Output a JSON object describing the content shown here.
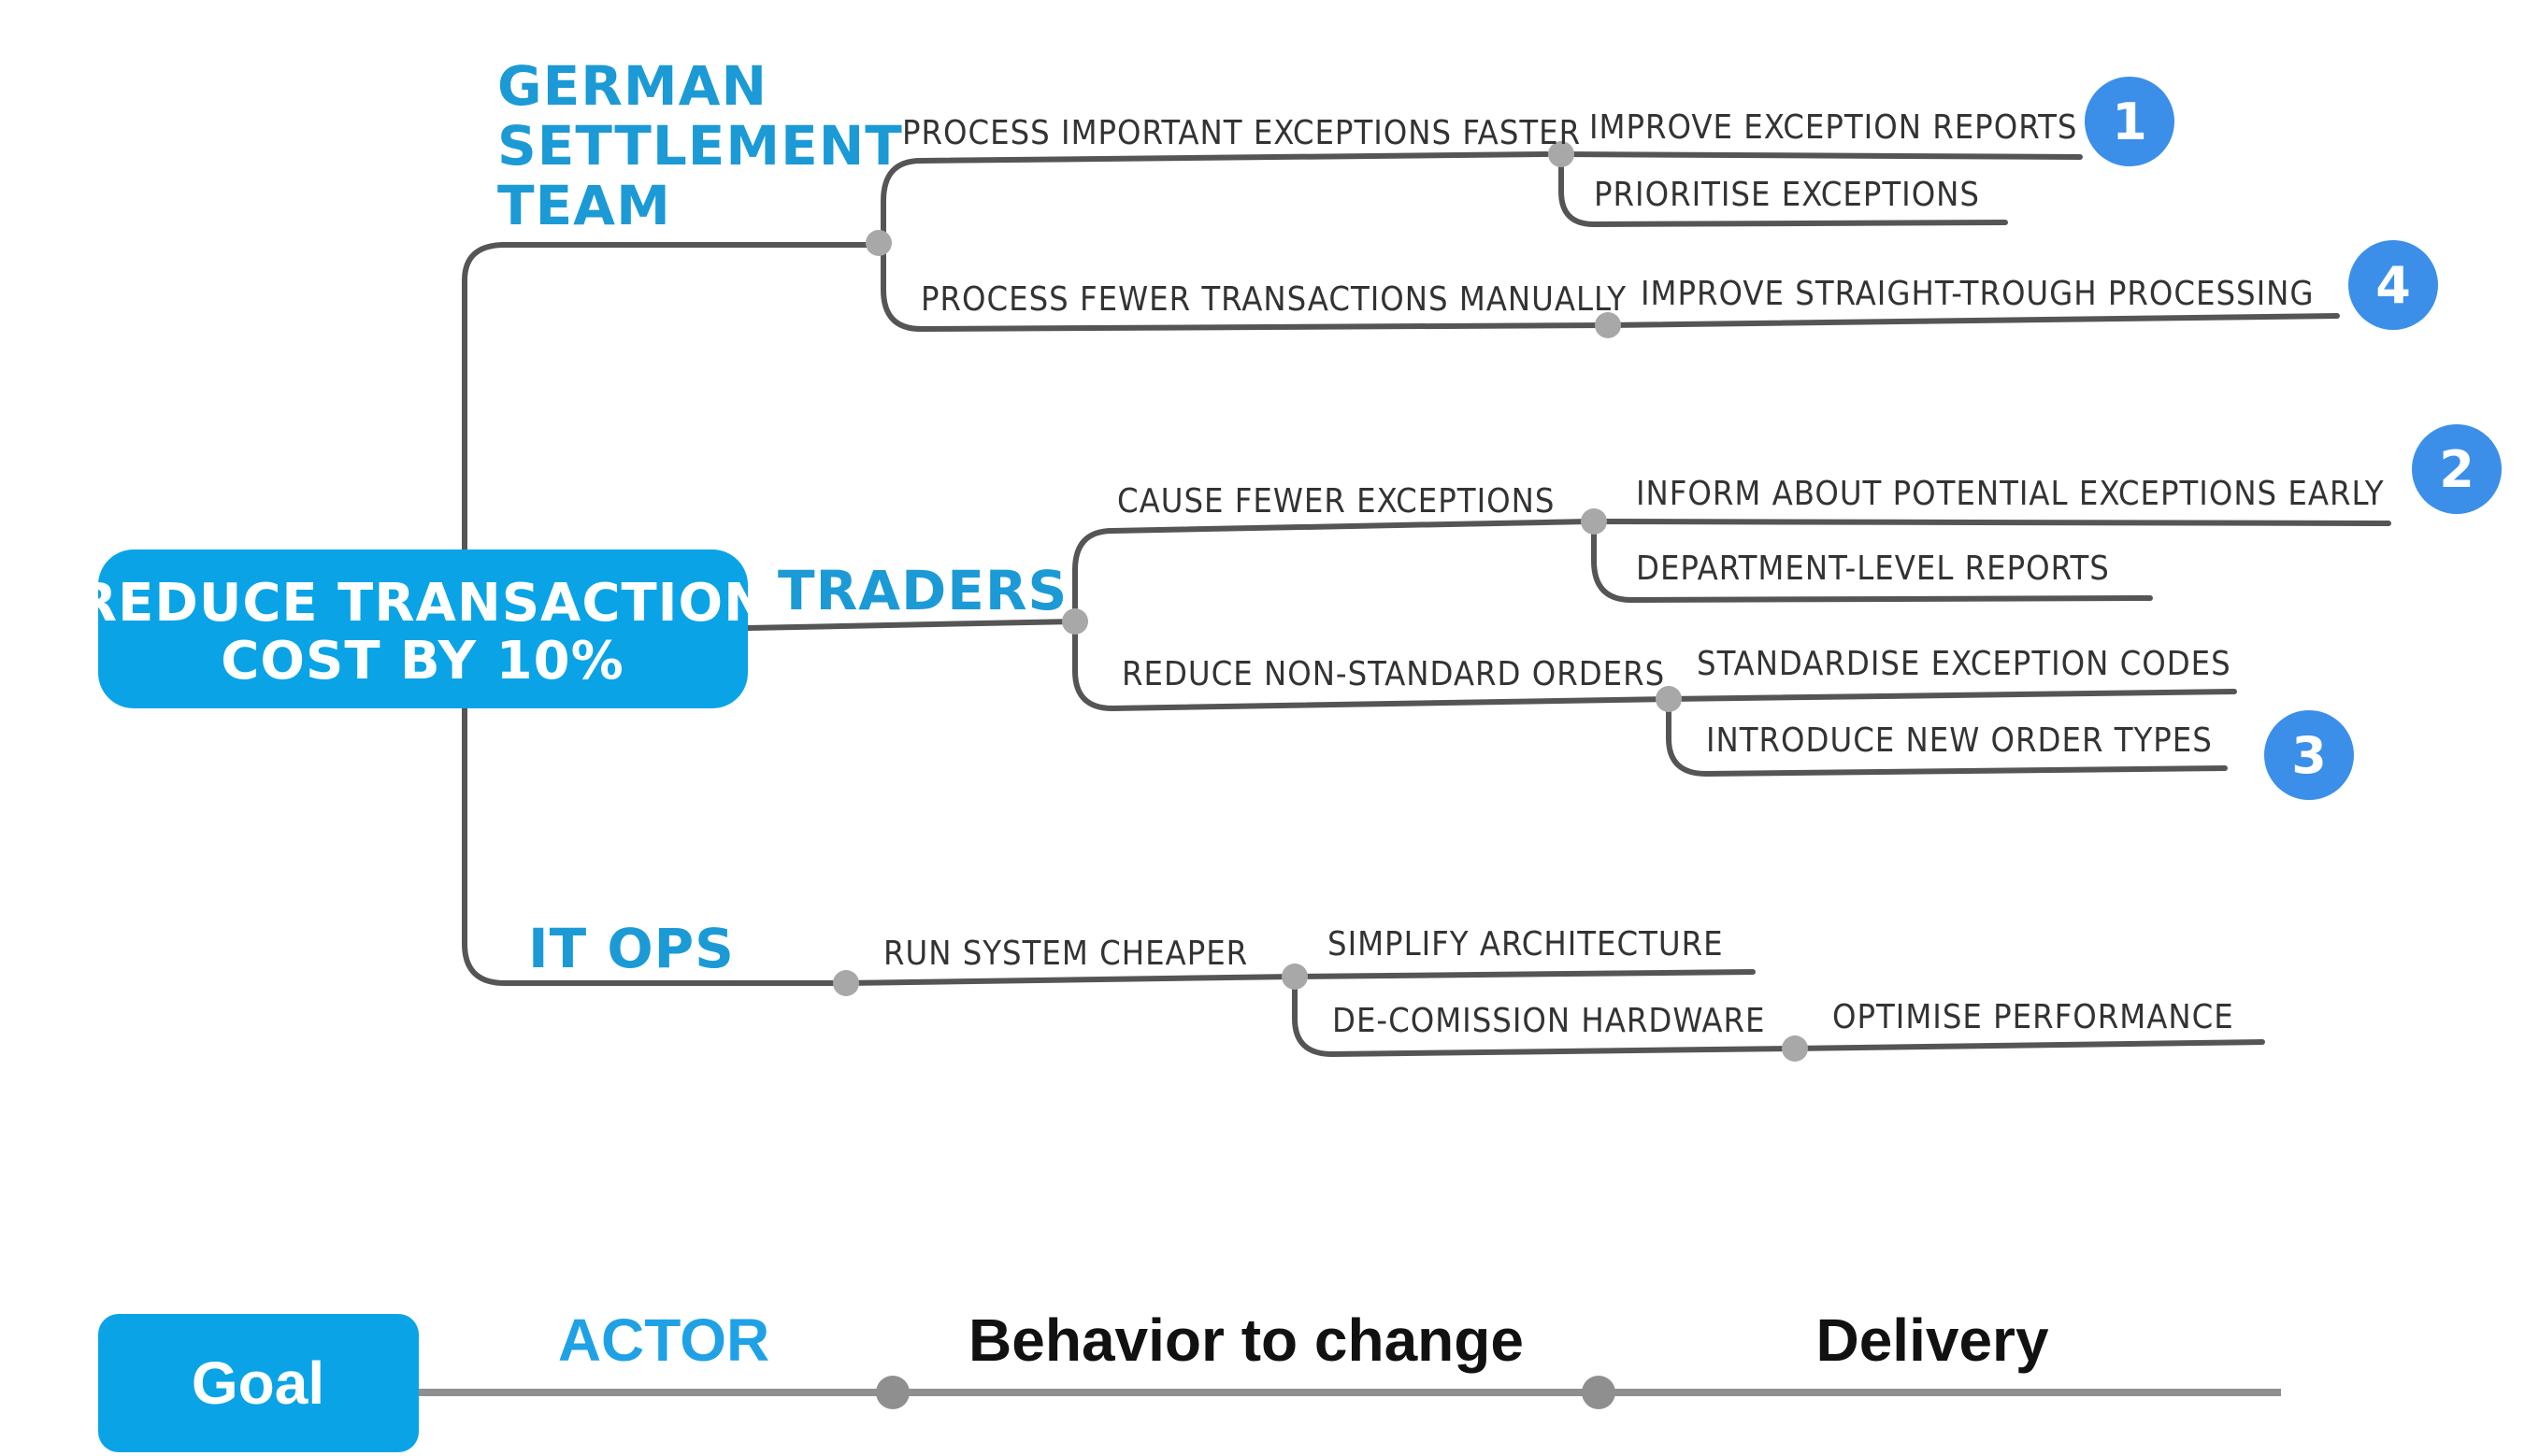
{
  "goal": {
    "line1": "REDUCE TRANSACTION",
    "line2": "COST BY 10%"
  },
  "actors": {
    "german": {
      "line1": "GERMAN",
      "line2": "SETTLEMENT",
      "line3": "TEAM"
    },
    "traders": "TRADERS",
    "itops": "IT OPS"
  },
  "behaviors": {
    "b1": "PROCESS IMPORTANT EXCEPTIONS FASTER",
    "b2": "PROCESS FEWER TRANSACTIONS MANUALLY",
    "b3": "CAUSE FEWER EXCEPTIONS",
    "b4": "REDUCE NON-STANDARD ORDERS",
    "b5": "RUN SYSTEM CHEAPER"
  },
  "deliverables": {
    "d1": "IMPROVE EXCEPTION REPORTS",
    "d2": "PRIORITISE EXCEPTIONS",
    "d3": "IMPROVE STRAIGHT-TROUGH PROCESSING",
    "d4": "INFORM ABOUT POTENTIAL EXCEPTIONS EARLY",
    "d5": "DEPARTMENT-LEVEL REPORTS",
    "d6": "STANDARDISE EXCEPTION CODES",
    "d7": "INTRODUCE NEW ORDER TYPES",
    "d8": "SIMPLIFY ARCHITECTURE",
    "d9": "DE-COMISSION HARDWARE",
    "d10": "OPTIMISE PERFORMANCE"
  },
  "badges": {
    "b1": "1",
    "b2": "2",
    "b3": "3",
    "b4": "4"
  },
  "legend": {
    "goal": "Goal",
    "actor": "ACTOR",
    "behavior": "Behavior to change",
    "delivery": "Delivery"
  },
  "colors": {
    "goal_blue": "#0aa4e6",
    "actor_blue": "#1c9ad6",
    "badge_blue": "#3b8fe8",
    "line_gray": "#555555"
  }
}
